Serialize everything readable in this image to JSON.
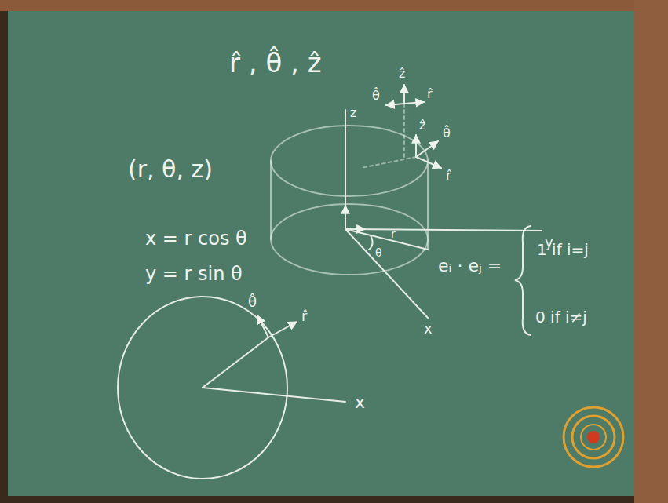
{
  "diagram": {
    "title": "r̂ , θ̂ , ẑ",
    "labels": [
      "(r, θ, z)",
      "x = r cos θ",
      "y = r sin θ",
      "eᵢ · eⱼ =",
      "1 if i=j",
      "0 if i≠j",
      "z",
      "y",
      "x",
      "r",
      "θ",
      "θ̂",
      "ẑ",
      "r̂",
      "ẑ",
      "θ̂",
      "r̂",
      "θ̂",
      "r̂",
      "x"
    ]
  }
}
